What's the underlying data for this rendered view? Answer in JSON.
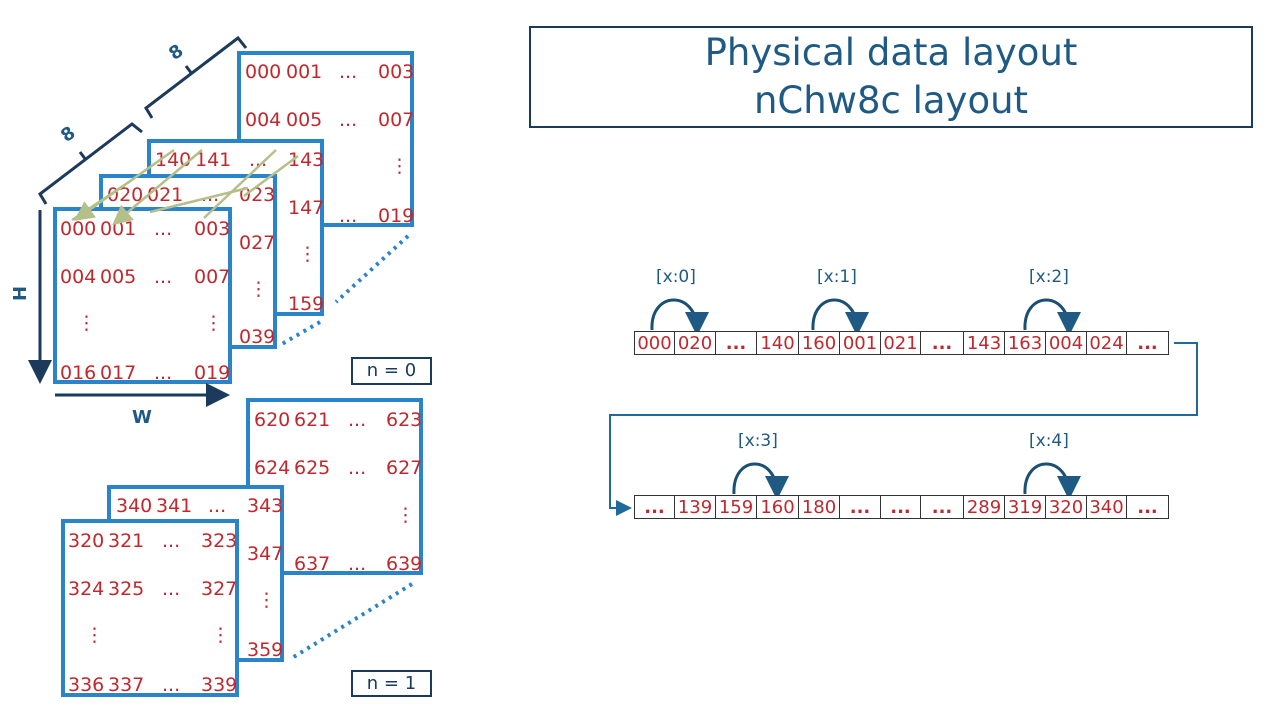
{
  "title": {
    "line1": "Physical data layout",
    "line2": "nChw8c layout"
  },
  "axes": {
    "h": "H",
    "w": "W",
    "c1": "8",
    "c2": "8"
  },
  "batches": [
    {
      "label": "n = 0",
      "panels": [
        {
          "rows": [
            [
              "000",
              "001",
              "...",
              "003"
            ],
            [
              "004",
              "005",
              "...",
              "007"
            ],
            [
              "",
              "",
              "",
              "⋮"
            ],
            [
              "",
              "",
              "...",
              "019"
            ]
          ]
        },
        {
          "rows": [
            [
              "140",
              "141",
              "...",
              "143"
            ],
            [
              "",
              "",
              "",
              "147"
            ],
            [
              "",
              "",
              "",
              "⋮"
            ],
            [
              "",
              "",
              "",
              "159"
            ]
          ]
        },
        {
          "rows": [
            [
              "020",
              "021",
              "...",
              "023"
            ],
            [
              "",
              "",
              "",
              "027"
            ],
            [
              "",
              "",
              "",
              "⋮"
            ],
            [
              "",
              "",
              "",
              "039"
            ]
          ]
        },
        {
          "rows": [
            [
              "000",
              "001",
              "...",
              "003"
            ],
            [
              "004",
              "005",
              "...",
              "007"
            ],
            [
              "⋮",
              "",
              "",
              "⋮"
            ],
            [
              "016",
              "017",
              "...",
              "019"
            ]
          ]
        }
      ]
    },
    {
      "label": "n = 1",
      "panels": [
        {
          "rows": [
            [
              "620",
              "621",
              "...",
              "623"
            ],
            [
              "624",
              "625",
              "...",
              "627"
            ],
            [
              "",
              "",
              "",
              "⋮"
            ],
            [
              "",
              "637",
              "...",
              "639"
            ]
          ]
        },
        {
          "rows": [
            [
              "340",
              "341",
              "...",
              "343"
            ],
            [
              "",
              "",
              "",
              "347"
            ],
            [
              "",
              "",
              "",
              "⋮"
            ],
            [
              "",
              "",
              "",
              "359"
            ]
          ]
        },
        {
          "rows": [
            [
              "320",
              "321",
              "...",
              "323"
            ],
            [
              "324",
              "325",
              "...",
              "327"
            ],
            [
              "⋮",
              "",
              "",
              "⋮"
            ],
            [
              "336",
              "337",
              "...",
              "339"
            ]
          ]
        }
      ]
    }
  ],
  "strip1": [
    "000",
    "020",
    "...",
    "140",
    "160",
    "001",
    "021",
    "...",
    "143",
    "163",
    "004",
    "024",
    "..."
  ],
  "strip2": [
    "...",
    "139",
    "159",
    "160",
    "180",
    "...",
    "...",
    "...",
    "289",
    "319",
    "320",
    "340",
    "..."
  ],
  "jumps1": [
    "[x:0]",
    "[x:1]",
    "[x:2]"
  ],
  "jumps2": [
    "[x:3]",
    "[x:4]"
  ],
  "colors": {
    "panel_border": "#2a84c9",
    "value_text": "#c0282d",
    "dark_blue": "#1b3a5c",
    "label_blue": "#1f5a84",
    "connector": "#b5bf8a"
  }
}
